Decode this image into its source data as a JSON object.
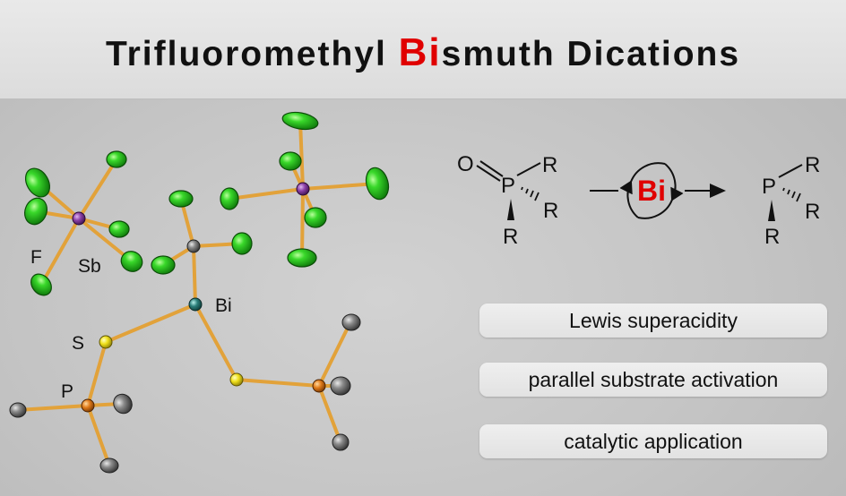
{
  "title": {
    "prefix": "Trifluoromethyl ",
    "highlight": "Bi",
    "suffix": "smuth Dications"
  },
  "atom_labels": {
    "F": "F",
    "Sb": "Sb",
    "Bi": "Bi",
    "S": "S",
    "P": "P"
  },
  "scheme": {
    "reactant": {
      "O": "O",
      "P": "P",
      "R1": "R",
      "R2": "R",
      "R3": "R"
    },
    "catalyst": "Bi",
    "product": {
      "P": "P",
      "R1": "R",
      "R2": "R",
      "R3": "R"
    }
  },
  "features": [
    "Lewis superacidity",
    "parallel substrate activation",
    "catalytic application"
  ],
  "colors": {
    "highlight_red": "#e00000",
    "fluorine_green": "#22c61a",
    "antimony_purple": "#8a3fa6",
    "sulfur_yellow": "#f0e01c",
    "phosphorus_orange": "#e07b1a",
    "bismuth_teal": "#2b7f7a",
    "carbon_gray": "#6a6a6a",
    "bond_orange": "#e2a23a"
  }
}
